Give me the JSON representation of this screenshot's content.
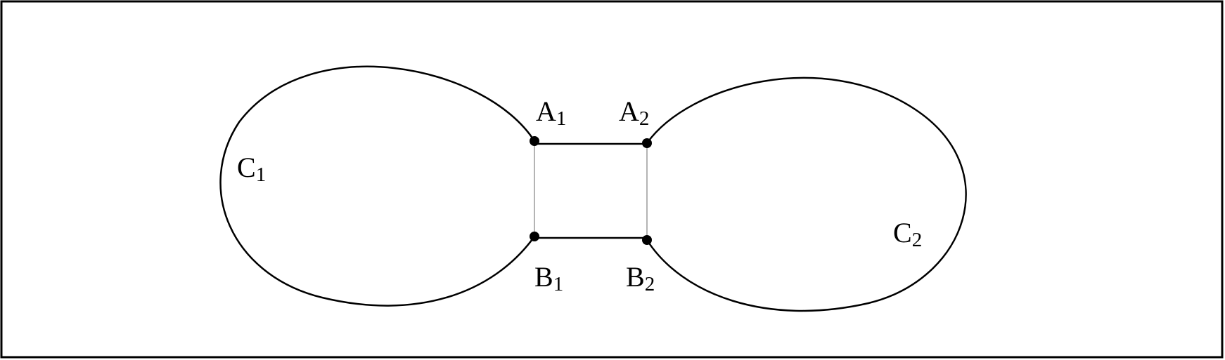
{
  "colors": {
    "stroke": "#000000",
    "light_edge": "#b4b4b4",
    "background": "#ffffff"
  },
  "curves": [
    {
      "id": "c1",
      "letter": "C",
      "index": "1"
    },
    {
      "id": "c2",
      "letter": "C",
      "index": "2"
    }
  ],
  "points": [
    {
      "id": "a1",
      "letter": "A",
      "index": "1"
    },
    {
      "id": "a2",
      "letter": "A",
      "index": "2"
    },
    {
      "id": "b1",
      "letter": "B",
      "index": "1"
    },
    {
      "id": "b2",
      "letter": "B",
      "index": "2"
    }
  ]
}
